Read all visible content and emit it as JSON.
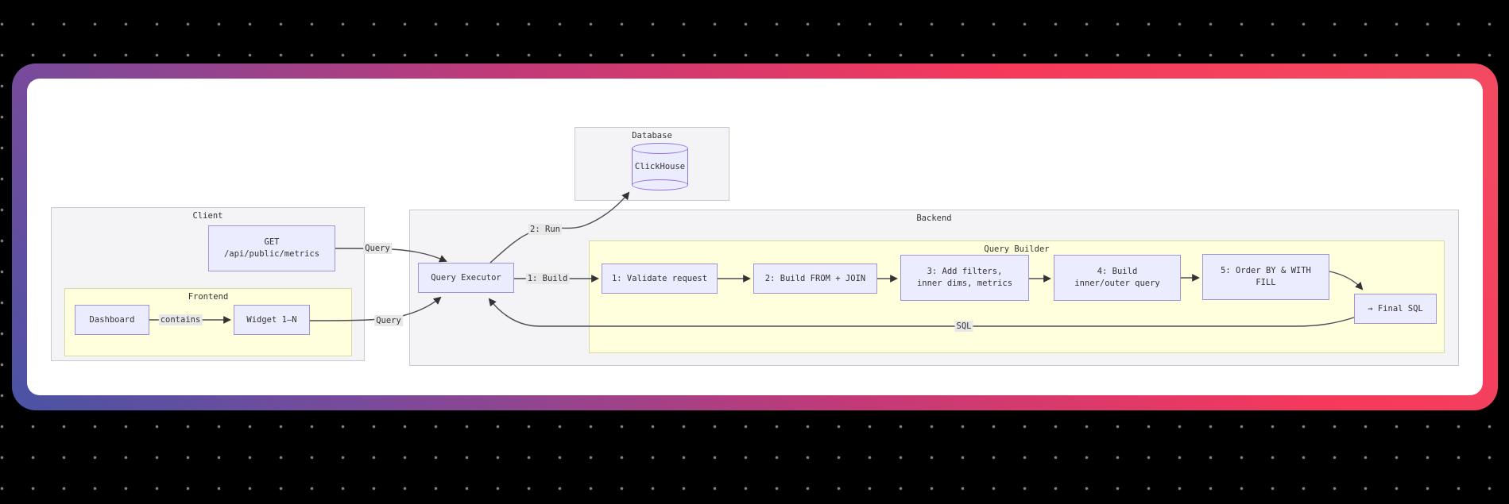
{
  "diagram": {
    "clusters": {
      "database": {
        "label": "Database"
      },
      "client": {
        "label": "Client"
      },
      "frontend": {
        "label": "Frontend"
      },
      "backend": {
        "label": "Backend"
      },
      "query_builder": {
        "label": "Query Builder"
      }
    },
    "nodes": {
      "clickhouse": {
        "label": "ClickHouse"
      },
      "get_endpoint": {
        "line1": "GET",
        "line2": "/api/public/metrics"
      },
      "dashboard": {
        "label": "Dashboard"
      },
      "widget": {
        "label": "Widget 1–N"
      },
      "query_executor": {
        "label": "Query Executor"
      },
      "step1": {
        "label": "1: Validate request"
      },
      "step2": {
        "label": "2: Build FROM + JOIN"
      },
      "step3": {
        "line1": "3: Add filters,",
        "line2": "inner dims, metrics"
      },
      "step4": {
        "line1": "4: Build",
        "line2": "inner/outer query"
      },
      "step5": {
        "line1": "5: Order BY & WITH",
        "line2": "FILL"
      },
      "final_sql": {
        "label": "→ Final SQL"
      }
    },
    "edge_labels": {
      "query_top": "Query",
      "query_bottom": "Query",
      "run": "2: Run",
      "build": "1: Build",
      "contains": "contains",
      "sql": "SQL"
    },
    "colors": {
      "node_fill": "#ECECFF",
      "node_border": "#9370DB",
      "cluster_fill": "#f4f4f7",
      "subcluster_fill": "#ffffde",
      "edge": "#4d4d55",
      "border_gradient_start": "#4a53a5",
      "border_gradient_end": "#f5395c"
    }
  }
}
